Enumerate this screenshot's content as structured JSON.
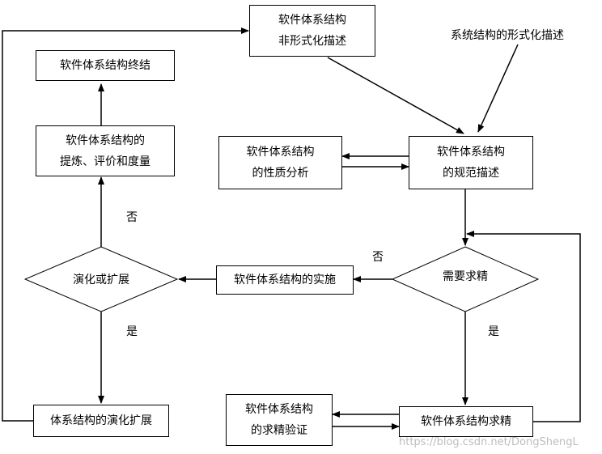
{
  "nodes": {
    "informal_desc": {
      "line1": "软件体系结构",
      "line2": "非形式化描述"
    },
    "formal_desc_label": "系统结构的形式化描述",
    "end": "软件体系结构终结",
    "extract_eval": {
      "line1": "软件体系结构的",
      "line2": "提炼、评价和度量"
    },
    "property_analysis": {
      "line1": "软件体系结构",
      "line2": "的性质分析"
    },
    "spec_desc": {
      "line1": "软件体系结构",
      "line2": "的规范描述"
    },
    "evolve_or_extend": "演化或扩展",
    "implementation": "软件体系结构的实施",
    "need_refinement": "需要求精",
    "evolution_extension": "体系结构的演化扩展",
    "refine_verify": {
      "line1": "软件体系结构",
      "line2": "的求精验证"
    },
    "refinement": "软件体系结构求精"
  },
  "edge_labels": {
    "no_left": "否",
    "no_right": "否",
    "yes_left": "是",
    "yes_right": "是"
  },
  "watermark": "https://blog.csdn.net/DongShengL"
}
